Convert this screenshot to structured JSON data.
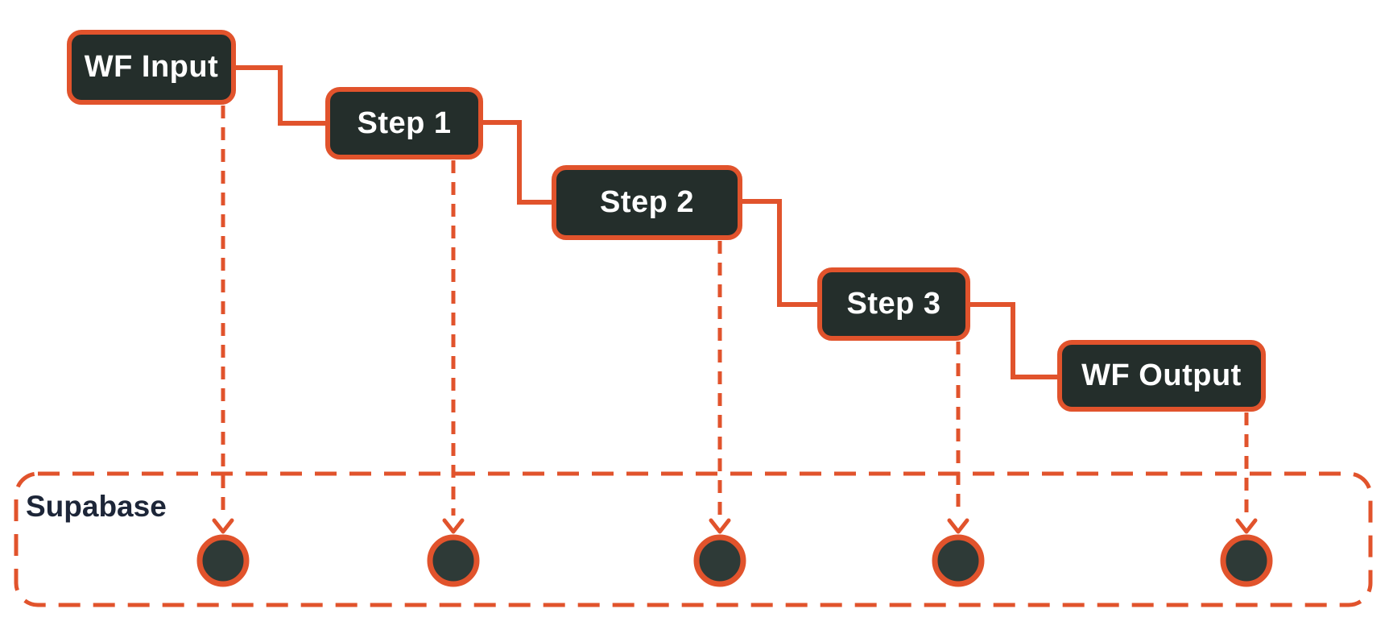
{
  "diagram": {
    "nodes": [
      {
        "id": "wf-input",
        "label": "WF Input"
      },
      {
        "id": "step-1",
        "label": "Step 1"
      },
      {
        "id": "step-2",
        "label": "Step 2"
      },
      {
        "id": "step-3",
        "label": "Step 3"
      },
      {
        "id": "wf-output",
        "label": "WF Output"
      }
    ],
    "container": {
      "label": "Supabase",
      "dot_count": 5
    },
    "edges": [
      {
        "from": "WF Input",
        "to": "Step 1",
        "style": "solid-elbow"
      },
      {
        "from": "Step 1",
        "to": "Step 2",
        "style": "solid-elbow"
      },
      {
        "from": "Step 2",
        "to": "Step 3",
        "style": "solid-elbow"
      },
      {
        "from": "Step 3",
        "to": "WF Output",
        "style": "solid-elbow"
      },
      {
        "from": "WF Input",
        "to": "Supabase",
        "style": "dashed-arrow"
      },
      {
        "from": "Step 1",
        "to": "Supabase",
        "style": "dashed-arrow"
      },
      {
        "from": "Step 2",
        "to": "Supabase",
        "style": "dashed-arrow"
      },
      {
        "from": "Step 3",
        "to": "Supabase",
        "style": "dashed-arrow"
      },
      {
        "from": "WF Output",
        "to": "Supabase",
        "style": "dashed-arrow"
      }
    ],
    "colors": {
      "accent_orange": "#E1532C",
      "node_fill": "#242E2B",
      "node_text": "#FFFFFF",
      "container_label": "#1D2638",
      "background": "#FFFFFF",
      "db_dot_fill": "#2E3A37"
    }
  }
}
